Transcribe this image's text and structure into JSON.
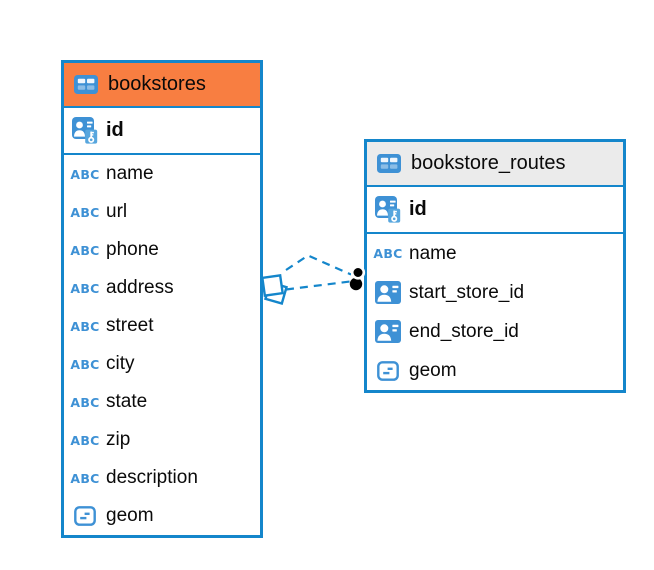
{
  "colors": {
    "accent_blue": "#1486CB",
    "icon_blue": "#3E91D5",
    "key_badge_blue": "#57A6DE",
    "bookstores_header_bg": "#F87E41",
    "routes_header_bg": "#EBEBEB",
    "text": "#0A0A0A",
    "relation_dot": "#000000",
    "canvas_bg": "#FFFFFF"
  },
  "text_type_icon_label": "ABC",
  "tables": [
    {
      "name": "bookstores",
      "columns": [
        {
          "name": "id",
          "type_icon": "primary-key-icon"
        },
        {
          "name": "name",
          "type_icon": "text-type-icon"
        },
        {
          "name": "url",
          "type_icon": "text-type-icon"
        },
        {
          "name": "phone",
          "type_icon": "text-type-icon"
        },
        {
          "name": "address",
          "type_icon": "text-type-icon"
        },
        {
          "name": "street",
          "type_icon": "text-type-icon"
        },
        {
          "name": "city",
          "type_icon": "text-type-icon"
        },
        {
          "name": "state",
          "type_icon": "text-type-icon"
        },
        {
          "name": "zip",
          "type_icon": "text-type-icon"
        },
        {
          "name": "description",
          "type_icon": "text-type-icon"
        },
        {
          "name": "geom",
          "type_icon": "geometry-type-icon"
        }
      ]
    },
    {
      "name": "bookstore_routes",
      "columns": [
        {
          "name": "id",
          "type_icon": "primary-key-icon"
        },
        {
          "name": "name",
          "type_icon": "text-type-icon"
        },
        {
          "name": "start_store_id",
          "type_icon": "foreign-key-icon"
        },
        {
          "name": "end_store_id",
          "type_icon": "foreign-key-icon"
        },
        {
          "name": "geom",
          "type_icon": "geometry-type-icon"
        }
      ]
    }
  ],
  "relations": {
    "style": "dashed",
    "line_count": 2
  }
}
